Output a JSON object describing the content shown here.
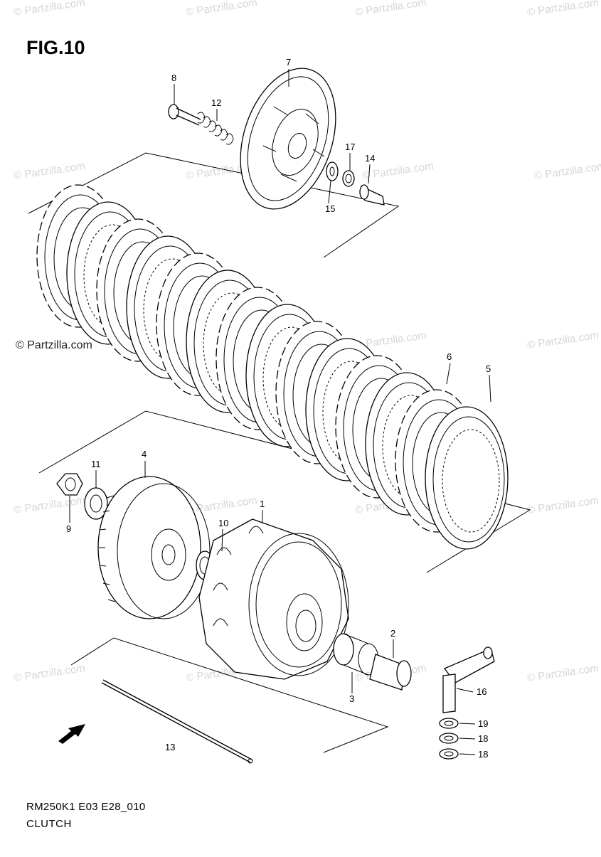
{
  "figure": {
    "title": "FIG.10",
    "model_code": "RM250K1 E03 E28_010",
    "section_name": "CLUTCH"
  },
  "watermark": {
    "text": "© Partzilla.com",
    "primary_text": "© Partzilla.com"
  },
  "fwd_label": "FWD",
  "callouts": [
    {
      "id": "c8",
      "label": "8"
    },
    {
      "id": "c12",
      "label": "12"
    },
    {
      "id": "c7",
      "label": "7"
    },
    {
      "id": "c17",
      "label": "17"
    },
    {
      "id": "c14",
      "label": "14"
    },
    {
      "id": "c15",
      "label": "15"
    },
    {
      "id": "c6",
      "label": "6"
    },
    {
      "id": "c5",
      "label": "5"
    },
    {
      "id": "c11",
      "label": "11"
    },
    {
      "id": "c4",
      "label": "4"
    },
    {
      "id": "c9",
      "label": "9"
    },
    {
      "id": "c10",
      "label": "10"
    },
    {
      "id": "c1",
      "label": "1"
    },
    {
      "id": "c2",
      "label": "2"
    },
    {
      "id": "c3",
      "label": "3"
    },
    {
      "id": "c16",
      "label": "16"
    },
    {
      "id": "c19",
      "label": "19"
    },
    {
      "id": "c18a",
      "label": "18"
    },
    {
      "id": "c18b",
      "label": "18"
    },
    {
      "id": "c13",
      "label": "13"
    }
  ]
}
